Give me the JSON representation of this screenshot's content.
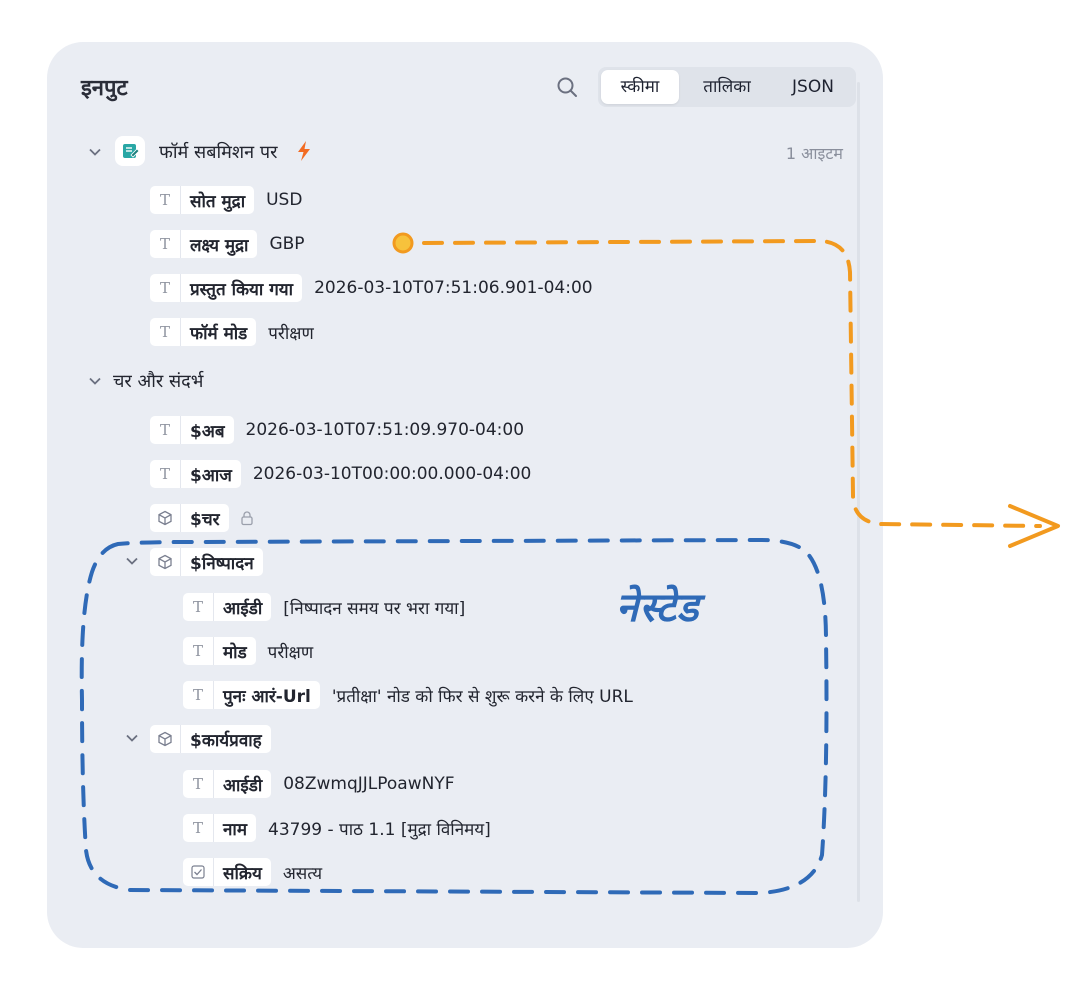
{
  "panel": {
    "title": "इनपुट",
    "tabs": [
      {
        "label": "स्कीमा",
        "active": true
      },
      {
        "label": "तालिका",
        "active": false
      },
      {
        "label": "JSON",
        "active": false
      }
    ]
  },
  "form_group": {
    "label": "फॉर्म सबमिशन पर",
    "bolt": "⚡",
    "count": "1 आइटम",
    "fields": [
      {
        "type": "T",
        "key": "सोत मुद्रा",
        "value": "USD"
      },
      {
        "type": "T",
        "key": "लक्ष्य मुद्रा",
        "value": "GBP"
      },
      {
        "type": "T",
        "key": "प्रस्तुत किया गया",
        "value": "2026-03-10T07:51:06.901-04:00"
      },
      {
        "type": "T",
        "key": "फॉर्म मोड",
        "value": "परीक्षण"
      }
    ]
  },
  "vars_group": {
    "label": "चर और संदर्भ",
    "fields": [
      {
        "type": "T",
        "key": "$अब",
        "value": "2026-03-10T07:51:09.970-04:00"
      },
      {
        "type": "T",
        "key": "$आज",
        "value": "2026-03-10T00:00:00.000-04:00"
      },
      {
        "type": "cube",
        "key": "$चर",
        "value": ""
      }
    ],
    "execution": {
      "key": "$निष्पादन",
      "fields": [
        {
          "type": "T",
          "key": "आईडी",
          "value": "[निष्पादन समय पर भरा गया]"
        },
        {
          "type": "T",
          "key": "मोड",
          "value": "परीक्षण"
        },
        {
          "type": "T",
          "key": "पुनः आरं-Url",
          "value": "'प्रतीक्षा' नोड को फिर से शुरू करने के लिए URL"
        }
      ]
    },
    "workflow": {
      "key": "$कार्यप्रवाह",
      "fields": [
        {
          "type": "T",
          "key": "आईडी",
          "value": "08ZwmqJJLPoawNYF"
        },
        {
          "type": "T",
          "key": "नाम",
          "value": "43799 - पाठ 1.1 [मुद्रा विनिमय]"
        },
        {
          "type": "check",
          "key": "सक्रिय",
          "value": "असत्य"
        }
      ]
    }
  },
  "annotation": {
    "nested_label": "नेस्टेड",
    "orange_color": "#f29a1f",
    "blue_color": "#2f6ab7"
  }
}
